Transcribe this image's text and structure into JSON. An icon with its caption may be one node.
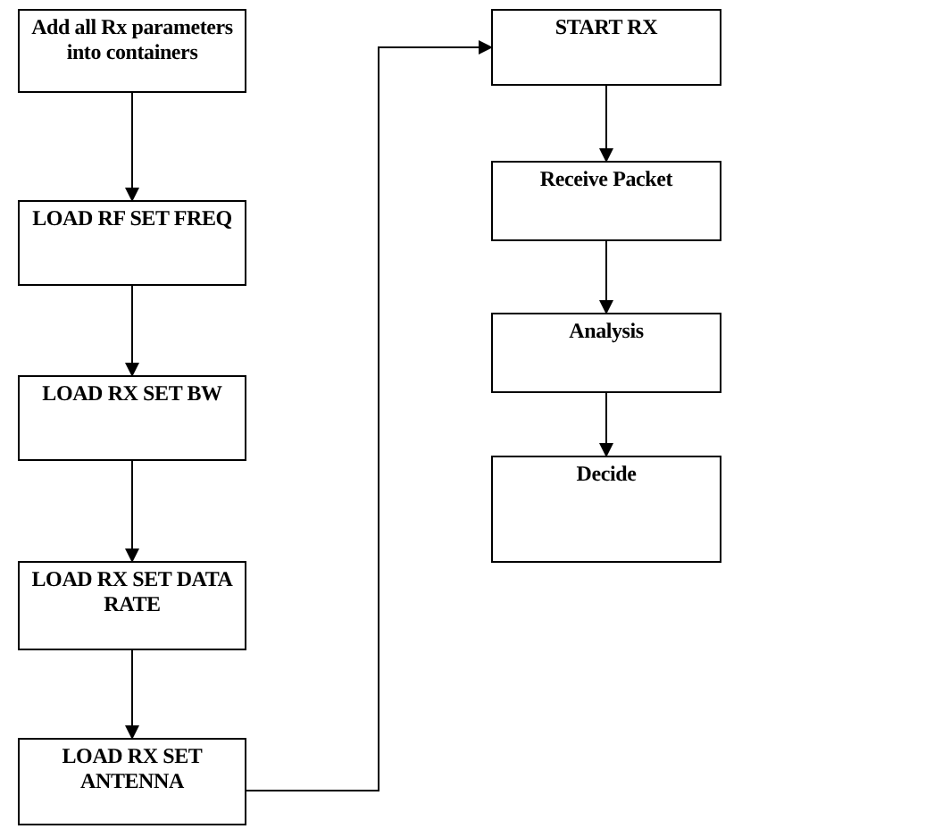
{
  "diagram": {
    "nodes": [
      {
        "text": [
          "Add all Rx parameters into containers"
        ]
      },
      {
        "text": [
          "LOAD RF SET FREQ"
        ]
      },
      {
        "text": [
          "LOAD RX SET BW"
        ]
      },
      {
        "text": [
          "LOAD RX SET DATA RATE"
        ]
      },
      {
        "text": [
          "LOAD RX SET ANTENNA"
        ]
      },
      {
        "text": [
          "START RX"
        ]
      },
      {
        "text": [
          "Receive Packet"
        ]
      },
      {
        "text": [
          "Analysis"
        ]
      },
      {
        "text": [
          "Decide"
        ]
      }
    ],
    "edges": [
      {
        "from": 0,
        "to": 1,
        "arrow": "to"
      },
      {
        "from": 1,
        "to": 2,
        "arrow": "to"
      },
      {
        "from": 2,
        "to": 3,
        "arrow": "to"
      },
      {
        "from": 3,
        "to": 4,
        "arrow": "to"
      },
      {
        "from": 4,
        "to": 5,
        "arrow": "to"
      },
      {
        "from": 5,
        "to": 6,
        "arrow": "to"
      },
      {
        "from": 6,
        "to": 7,
        "arrow": "to"
      },
      {
        "from": 7,
        "to": 8,
        "arrow": "to"
      }
    ]
  }
}
